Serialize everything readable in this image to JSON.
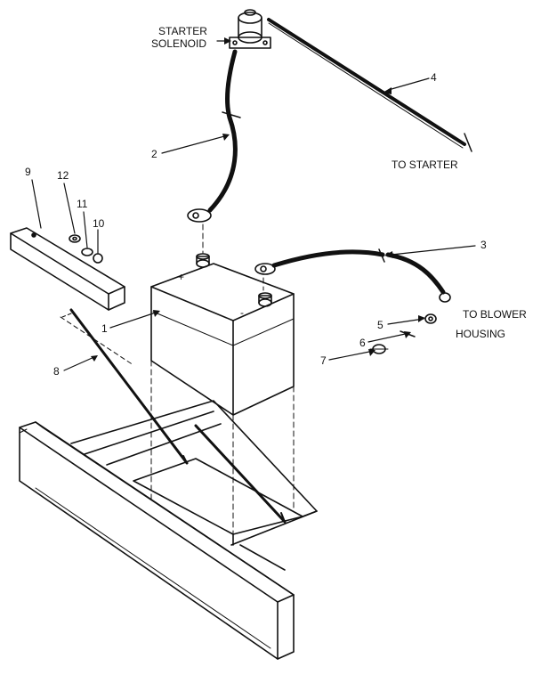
{
  "labels": {
    "starter_solenoid_line1": "STARTER",
    "starter_solenoid_line2": "SOLENOID",
    "to_starter": "TO STARTER",
    "to_blower_line1": "TO BLOWER",
    "to_blower_line2": "HOUSING",
    "battery_positive": "+",
    "battery_negative": "-"
  },
  "callouts": {
    "c1": "1",
    "c2": "2",
    "c3": "3",
    "c4": "4",
    "c5": "5",
    "c6": "6",
    "c7": "7",
    "c8": "8",
    "c9": "9",
    "c10": "10",
    "c11": "11",
    "c12": "12"
  },
  "colors": {
    "ink": "#111111",
    "paper": "#ffffff"
  }
}
